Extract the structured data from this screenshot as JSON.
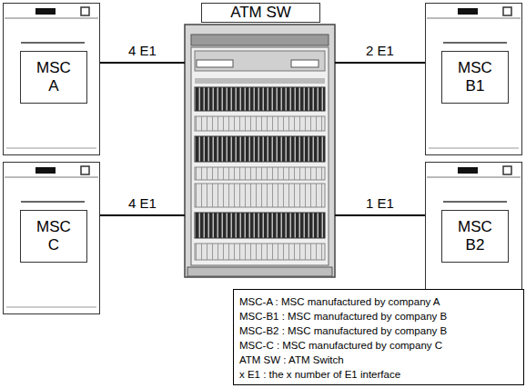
{
  "diagram": {
    "nodes": [
      {
        "text": [
          "MSC A"
        ]
      },
      {
        "text": [
          "ATM SW"
        ]
      },
      {
        "text": [
          "MSC B1"
        ]
      },
      {
        "text": [
          "MSC C"
        ]
      },
      {
        "text": [
          "MSC B2"
        ]
      },
      {
        "text": [
          "MSC-A : MSC manufactured by company A",
          "MSC-B1 : MSC manufactured by company B",
          "MSC-B2 : MSC manufactured by company B",
          "MSC-C : MSC manufactured by company C",
          "ATM SW : ATM Switch",
          "x E1 : the x number of E1 interface"
        ]
      }
    ],
    "edges": [
      {
        "from": 0,
        "to": 1,
        "label": "4 E1",
        "arrow": "none"
      },
      {
        "from": 1,
        "to": 2,
        "label": "2 E1",
        "arrow": "none"
      },
      {
        "from": 3,
        "to": 1,
        "label": "4 E1",
        "arrow": "none"
      },
      {
        "from": 1,
        "to": 4,
        "label": "1 E1",
        "arrow": "none"
      }
    ]
  }
}
